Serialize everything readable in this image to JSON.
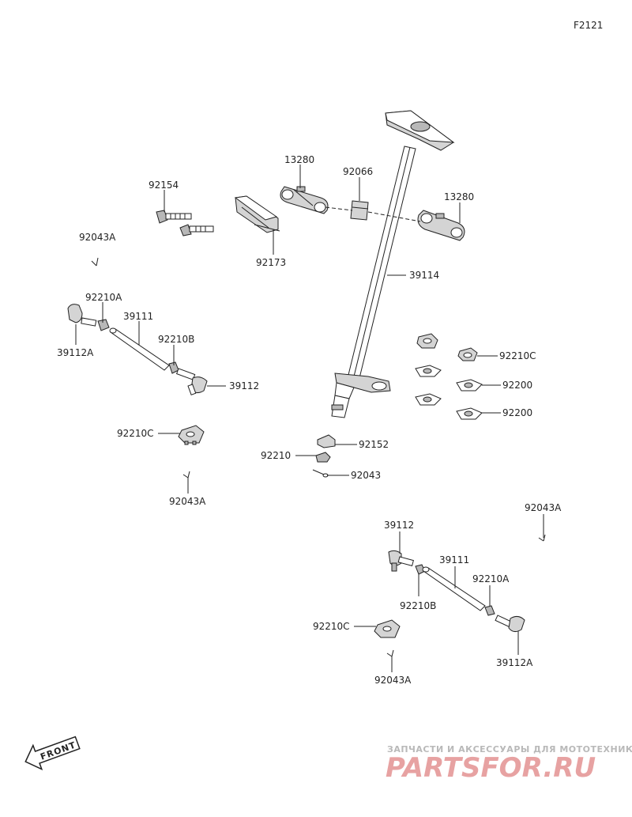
{
  "figure_code": "F2121",
  "labels": [
    {
      "id": "l-13280-a",
      "text": "13280"
    },
    {
      "id": "l-92066",
      "text": "92066"
    },
    {
      "id": "l-92154",
      "text": "92154"
    },
    {
      "id": "l-13280-b",
      "text": "13280"
    },
    {
      "id": "l-92043a-1",
      "text": "92043A"
    },
    {
      "id": "l-92173",
      "text": "92173"
    },
    {
      "id": "l-39114",
      "text": "39114"
    },
    {
      "id": "l-92210a-1",
      "text": "92210A"
    },
    {
      "id": "l-39111-1",
      "text": "39111"
    },
    {
      "id": "l-92210b-1",
      "text": "92210B"
    },
    {
      "id": "l-39112a-1",
      "text": "39112A"
    },
    {
      "id": "l-39112-1",
      "text": "39112"
    },
    {
      "id": "l-92210c-1",
      "text": "92210C"
    },
    {
      "id": "l-92200-1",
      "text": "92200"
    },
    {
      "id": "l-92200-2",
      "text": "92200"
    },
    {
      "id": "l-92210c-2",
      "text": "92210C"
    },
    {
      "id": "l-92152",
      "text": "92152"
    },
    {
      "id": "l-92210",
      "text": "92210"
    },
    {
      "id": "l-92043",
      "text": "92043"
    },
    {
      "id": "l-92043a-2",
      "text": "92043A"
    },
    {
      "id": "l-92043a-3",
      "text": "92043A"
    },
    {
      "id": "l-39112-2",
      "text": "39112"
    },
    {
      "id": "l-39111-2",
      "text": "39111"
    },
    {
      "id": "l-92210a-2",
      "text": "92210A"
    },
    {
      "id": "l-92210b-2",
      "text": "92210B"
    },
    {
      "id": "l-92210c-3",
      "text": "92210C"
    },
    {
      "id": "l-39112a-2",
      "text": "39112A"
    },
    {
      "id": "l-92043a-4",
      "text": "92043A"
    }
  ],
  "front_label": "FRONT",
  "watermark": {
    "tagline": "ЗАПЧАСТИ И АКСЕССУАРЫ ДЛЯ МОТОТЕХНИКИ",
    "brand": "PARTSFOR.RU"
  }
}
